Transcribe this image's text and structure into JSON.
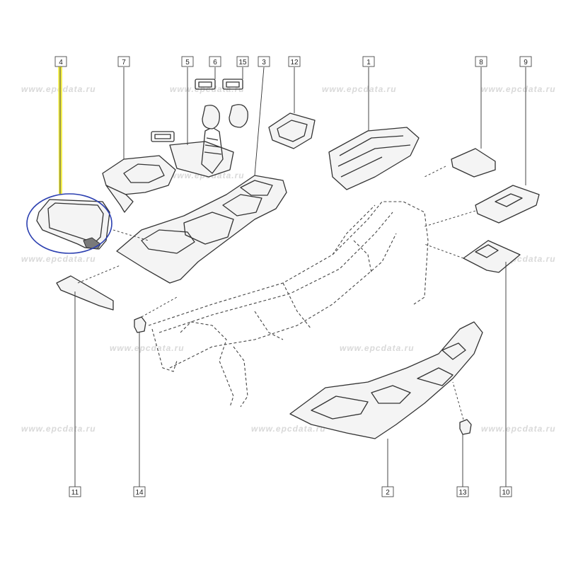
{
  "diagram": {
    "watermark_text": "www.epcdata.ru",
    "highlight_color": "#f2ec3a",
    "circle_color": "#2b3fb0",
    "callouts": [
      "4",
      "7",
      "5",
      "6",
      "15",
      "3",
      "12",
      "1",
      "8",
      "9",
      "11",
      "14",
      "2",
      "13",
      "10"
    ]
  }
}
